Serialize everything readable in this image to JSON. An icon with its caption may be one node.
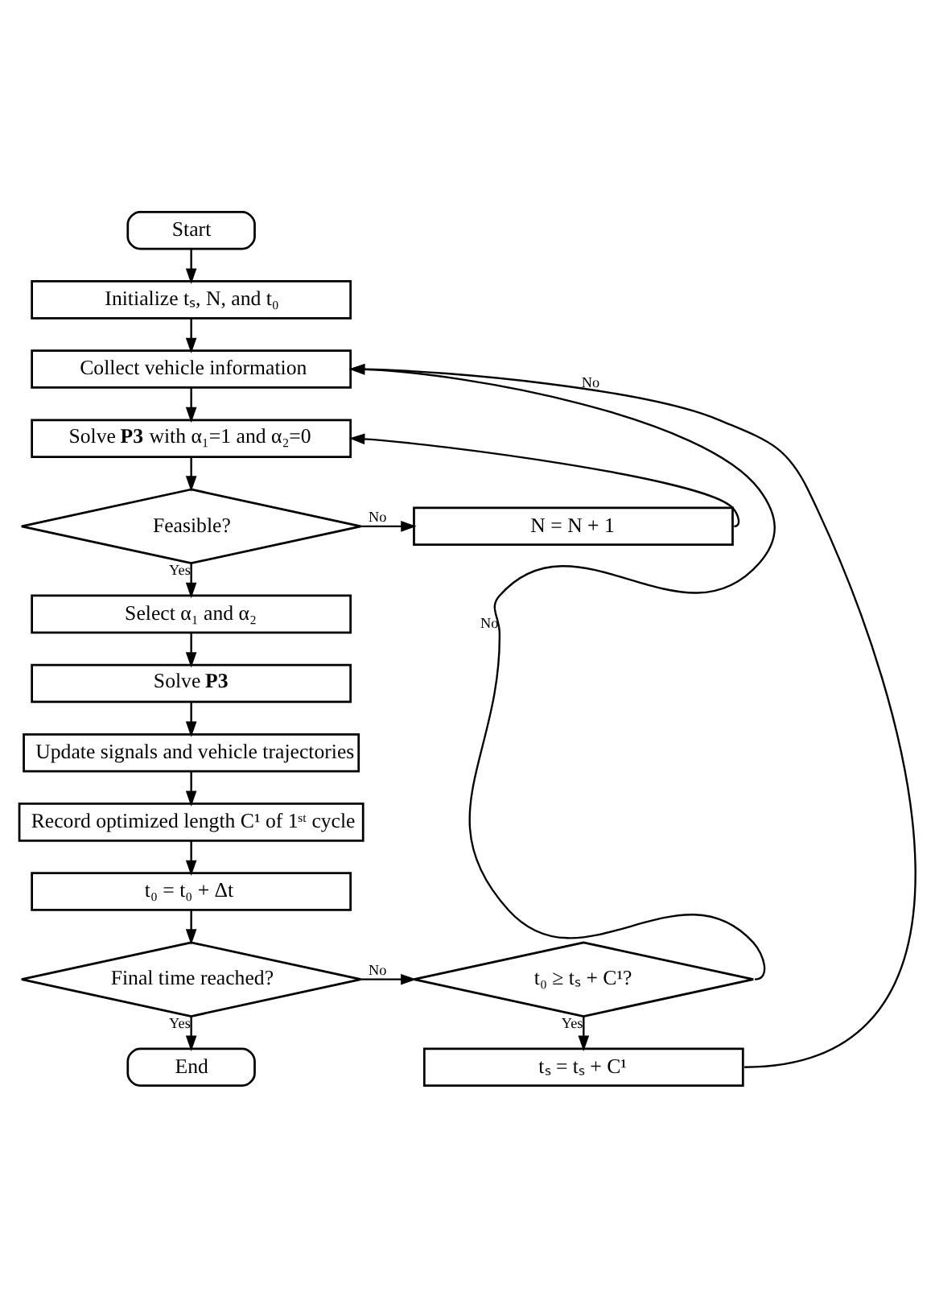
{
  "diagram": {
    "nodes": [
      {
        "text": [
          "Start"
        ]
      },
      {
        "text": [
          "Initialize tₛ, N, and t₀"
        ]
      },
      {
        "text": [
          "Collect vehicle information"
        ]
      },
      {
        "text": [
          "Solve **P3** with α₁=1 and α₂=0"
        ]
      },
      {
        "text": [
          "Feasible?"
        ]
      },
      {
        "text": [
          "N = N + 1"
        ]
      },
      {
        "text": [
          "Select α₁ and α₂"
        ]
      },
      {
        "text": [
          "Solve **P3**"
        ]
      },
      {
        "text": [
          "Update signals and vehicle trajectories"
        ]
      },
      {
        "text": [
          "Record optimized length C¹ of 1ˢᵗ cycle"
        ]
      },
      {
        "text": [
          "t₀ = t₀ + Δt"
        ]
      },
      {
        "text": [
          "Final time reached?"
        ]
      },
      {
        "text": [
          "t₀ ≥ tₛ + C¹?"
        ]
      },
      {
        "text": [
          "End"
        ]
      },
      {
        "text": [
          "tₛ = tₛ + C¹"
        ]
      }
    ],
    "edges": [
      {
        "from": 0,
        "to": 1,
        "arrow": "to"
      },
      {
        "from": 1,
        "to": 2,
        "arrow": "to"
      },
      {
        "from": 2,
        "to": 3,
        "arrow": "to"
      },
      {
        "from": 3,
        "to": 4,
        "arrow": "to"
      },
      {
        "from": 4,
        "to": 5,
        "arrow": "to",
        "label": "No"
      },
      {
        "from": 5,
        "to": 3,
        "arrow": "to"
      },
      {
        "from": 4,
        "to": 6,
        "arrow": "to",
        "label": "Yes"
      },
      {
        "from": 6,
        "to": 7,
        "arrow": "to"
      },
      {
        "from": 7,
        "to": 8,
        "arrow": "to"
      },
      {
        "from": 8,
        "to": 9,
        "arrow": "to"
      },
      {
        "from": 9,
        "to": 10,
        "arrow": "to"
      },
      {
        "from": 10,
        "to": 11,
        "arrow": "to"
      },
      {
        "from": 11,
        "to": 12,
        "arrow": "to",
        "label": "No"
      },
      {
        "from": 11,
        "to": 13,
        "arrow": "to",
        "label": "Yes"
      },
      {
        "from": 12,
        "to": 2,
        "arrow": "to",
        "label": "No"
      },
      {
        "from": 12,
        "to": 14,
        "arrow": "to",
        "label": "Yes"
      },
      {
        "from": 14,
        "to": 2,
        "arrow": "to",
        "label": "No"
      }
    ]
  }
}
